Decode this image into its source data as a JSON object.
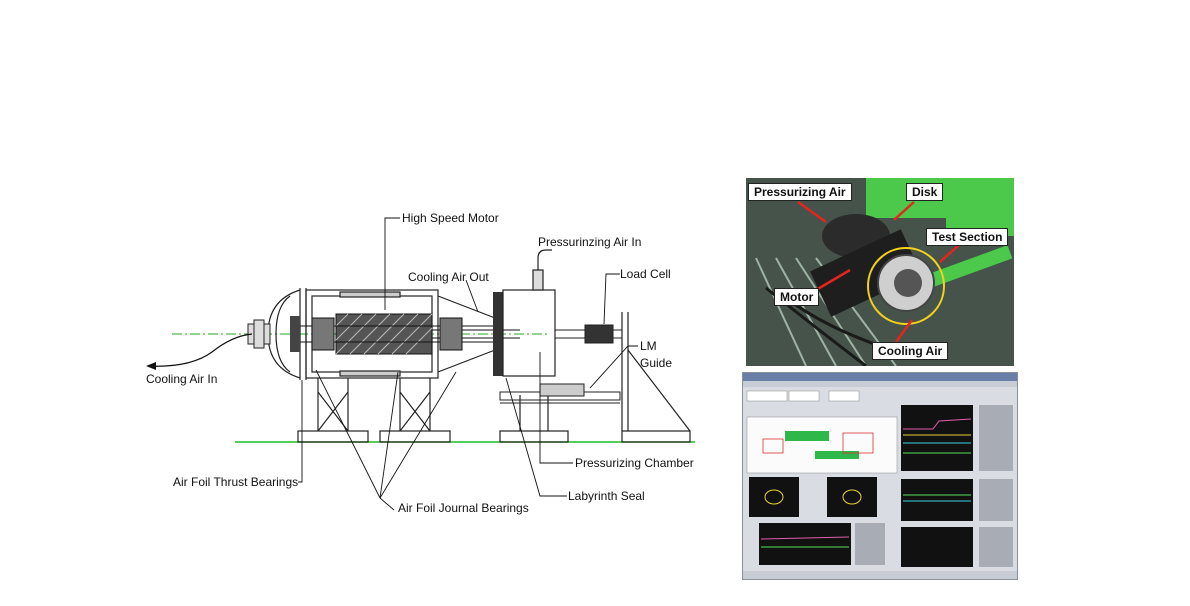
{
  "schematic": {
    "labels": {
      "high_speed_motor": "High Speed Motor",
      "pressurizing_air_in": "Pressurinzing Air In",
      "cooling_air_out": "Cooling Air Out",
      "load_cell": "Load Cell",
      "lm_guide_1": "LM",
      "lm_guide_2": "Guide",
      "cooling_air_in": "Cooling Air In",
      "pressurizing_chamber": "Pressurizing Chamber",
      "air_foil_thrust_bearings": "Air Foil Thrust Bearings",
      "labyrinth_seal": "Labyrinth Seal",
      "air_foil_journal_bearings": "Air Foil Journal Bearings"
    }
  },
  "photo": {
    "labels": {
      "pressurizing_air": "Pressurizing Air",
      "disk": "Disk",
      "test_section": "Test Section",
      "motor": "Motor",
      "cooling_air": "Cooling Air"
    }
  },
  "colors": {
    "ground_line": "#22bb22",
    "centerline": "#22aa22",
    "arrow_red": "#e8231e",
    "highlight_yellow": "#f2d21b"
  }
}
